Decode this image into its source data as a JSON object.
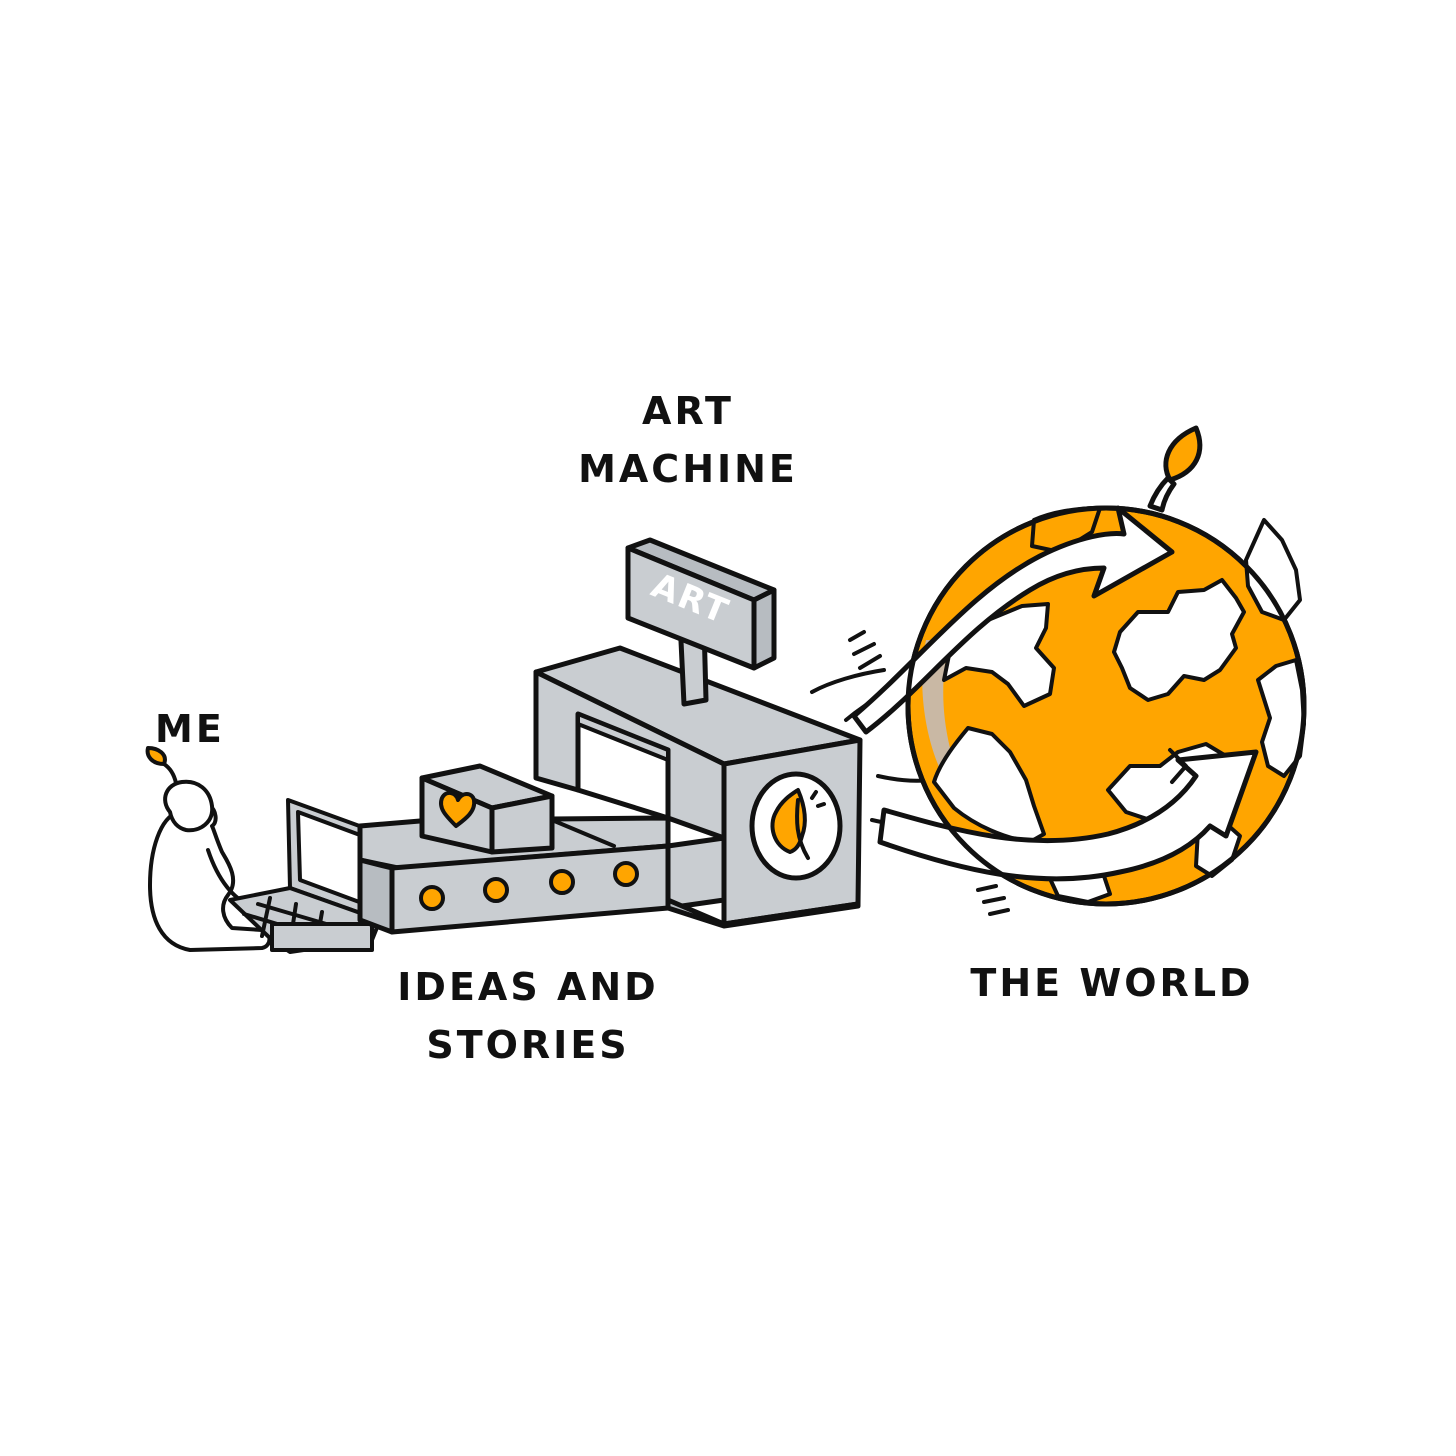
{
  "labels": {
    "me": "ME",
    "art_machine_line1": "ART",
    "art_machine_line2": "MACHINE",
    "ideas_line1": "IDEAS AND",
    "ideas_line2": "STORIES",
    "world": "THE WORLD"
  },
  "sign": {
    "text": "ART"
  },
  "colors": {
    "accent": "#FFA500",
    "machine_gray": "#C9CDD1",
    "machine_gray_dark": "#B7BCC1",
    "ink": "#111111",
    "shadow": "#C9B8A4",
    "background": "#FFFFFF"
  },
  "icons": [
    "person-icon",
    "laptop-icon",
    "heart-icon",
    "leaf-icon",
    "sprout-icon",
    "arrow-icon"
  ]
}
